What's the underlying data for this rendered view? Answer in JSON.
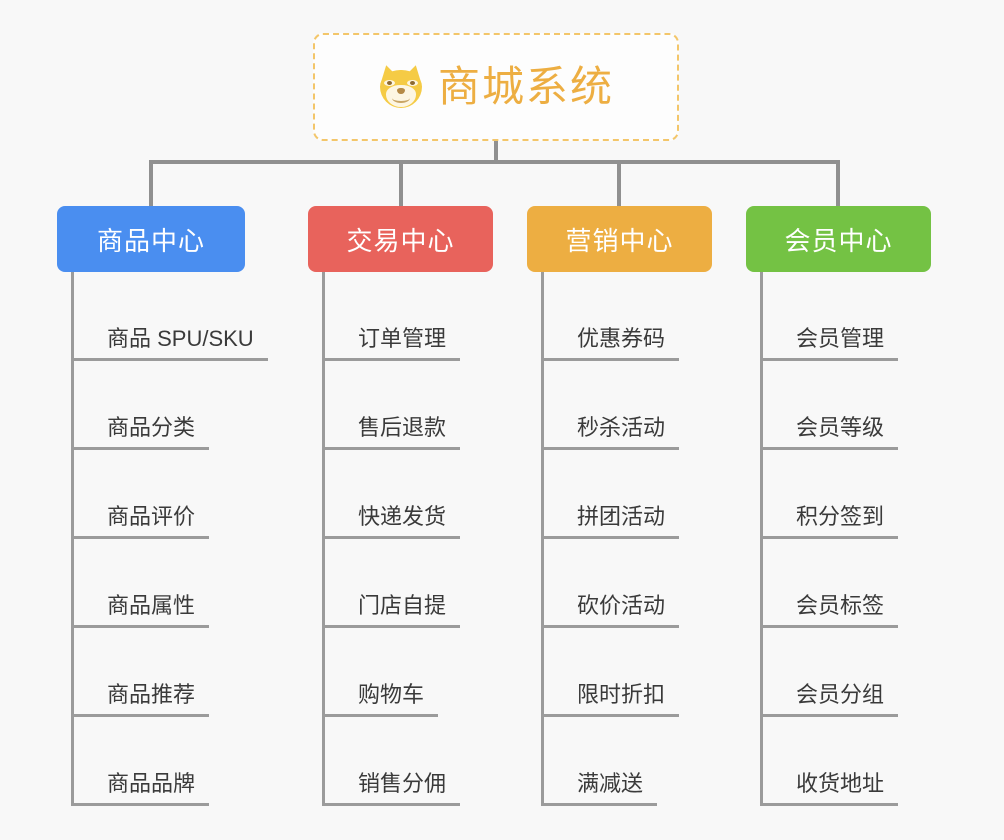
{
  "root": {
    "title": "商城系统",
    "icon": "shiba-dog-icon",
    "border_color": "#f3c66a",
    "text_color": "#edae42",
    "background": "#fdfdfd"
  },
  "canvas": {
    "background": "#f8f8f8",
    "connector_color": "#909090"
  },
  "branches": [
    {
      "key": "product",
      "label": "商品中心",
      "color": "#4a8ef0",
      "items": [
        {
          "label": "商品 SPU/SKU"
        },
        {
          "label": "商品分类"
        },
        {
          "label": "商品评价"
        },
        {
          "label": "商品属性"
        },
        {
          "label": "商品推荐"
        },
        {
          "label": "商品品牌"
        }
      ]
    },
    {
      "key": "trade",
      "label": "交易中心",
      "color": "#e8635c",
      "items": [
        {
          "label": "订单管理"
        },
        {
          "label": "售后退款"
        },
        {
          "label": "快递发货"
        },
        {
          "label": "门店自提"
        },
        {
          "label": "购物车"
        },
        {
          "label": "销售分佣"
        }
      ]
    },
    {
      "key": "marketing",
      "label": "营销中心",
      "color": "#edae42",
      "items": [
        {
          "label": "优惠券码"
        },
        {
          "label": "秒杀活动"
        },
        {
          "label": "拼团活动"
        },
        {
          "label": "砍价活动"
        },
        {
          "label": "限时折扣"
        },
        {
          "label": "满减送"
        }
      ]
    },
    {
      "key": "member",
      "label": "会员中心",
      "color": "#74c244",
      "items": [
        {
          "label": "会员管理"
        },
        {
          "label": "会员等级"
        },
        {
          "label": "积分签到"
        },
        {
          "label": "会员标签"
        },
        {
          "label": "会员分组"
        },
        {
          "label": "收货地址"
        }
      ]
    }
  ]
}
